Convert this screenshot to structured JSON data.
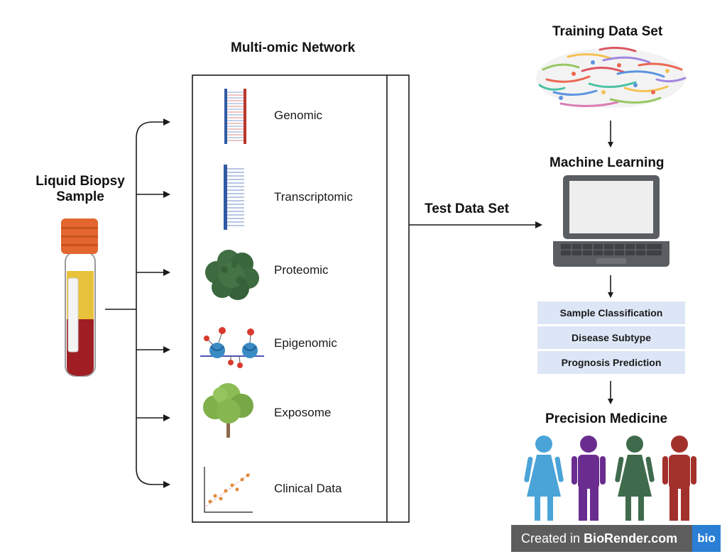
{
  "titles": {
    "multi_omic": "Multi-omic Network",
    "training": "Training Data Set",
    "machine_learning": "Machine Learning",
    "test": "Test Data Set",
    "precision": "Precision Medicine",
    "sample_line1": "Liquid Biopsy",
    "sample_line2": "Sample"
  },
  "omics": [
    {
      "label": "Genomic",
      "icon": "dna-double-strand-icon"
    },
    {
      "label": "Transcriptomic",
      "icon": "rna-single-strand-icon"
    },
    {
      "label": "Proteomic",
      "icon": "protein-blob-icon"
    },
    {
      "label": "Epigenomic",
      "icon": "nucleosome-methylation-icon"
    },
    {
      "label": "Exposome",
      "icon": "tree-icon"
    },
    {
      "label": "Clinical Data",
      "icon": "scatter-plot-icon"
    }
  ],
  "outcomes": [
    "Sample Classification",
    "Disease Subtype",
    "Prognosis Prediction"
  ],
  "badge": {
    "prefix": "Created in ",
    "brand": "BioRender.com",
    "logo": "bio"
  },
  "colors": {
    "tube_cap": "#e2662d",
    "plasma": "#e8c23a",
    "blood": "#9e1e24",
    "protein": "#3d6b3f",
    "laptop": "#5a5d62",
    "outcome_box": "#dde6f6",
    "person_blue": "#4aa4d8",
    "person_purple": "#6a2d8f",
    "person_green": "#3f6b4c",
    "person_red": "#a3312b",
    "badge_bg": "#5d5d5d",
    "badge_logo": "#2a7fd4"
  }
}
